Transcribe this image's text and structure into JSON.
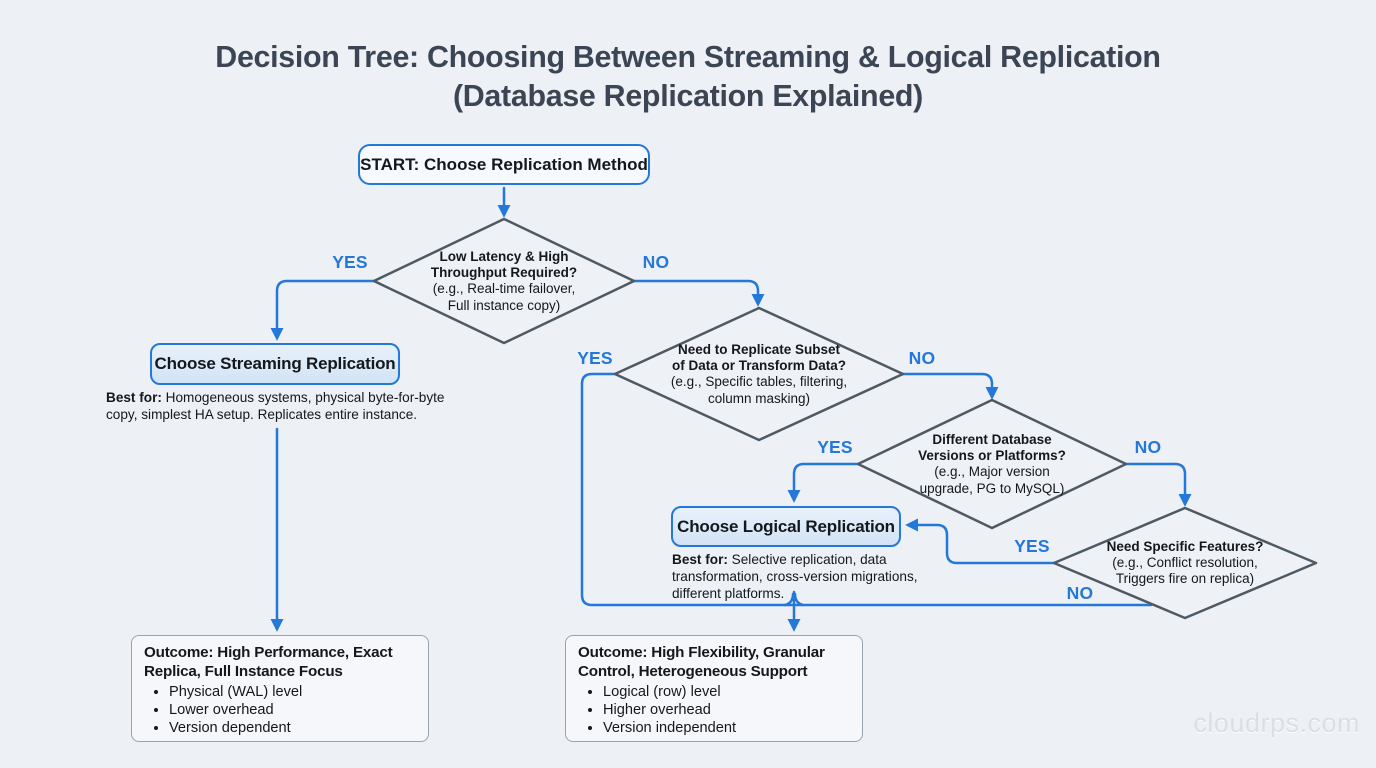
{
  "title": {
    "line1": "Decision Tree: Choosing Between Streaming & Logical Replication",
    "line2": "(Database Replication Explained)"
  },
  "labels": {
    "yes": "YES",
    "no": "NO"
  },
  "start": {
    "label": "START: Choose Replication Method"
  },
  "decisions": {
    "latency": {
      "question": [
        "Low Latency & High",
        "Throughput Required?"
      ],
      "example": [
        "(e.g., Real-time failover,",
        "Full instance copy)"
      ]
    },
    "subset": {
      "question": [
        "Need to Replicate Subset",
        "of Data or Transform Data?"
      ],
      "example": [
        "(e.g., Specific tables, filtering,",
        "column masking)"
      ]
    },
    "versions": {
      "question": [
        "Different Database",
        "Versions or Platforms?"
      ],
      "example": [
        "(e.g., Major version",
        "upgrade, PG to MySQL)"
      ]
    },
    "features": {
      "question": [
        "Need Specific Features?"
      ],
      "example": [
        "(e.g., Conflict resolution,",
        "Triggers fire on replica)"
      ]
    }
  },
  "streaming": {
    "title": "Choose Streaming Replication",
    "best_for_label": "Best for:",
    "best_for_text": " Homogeneous systems, physical byte-for-byte copy, simplest HA setup. Replicates entire instance."
  },
  "logical": {
    "title": "Choose Logical Replication",
    "best_for_label": "Best for:",
    "best_for_text": " Selective replication, data transformation, cross-version migrations, different platforms."
  },
  "outcomes": {
    "streaming": {
      "title": "Outcome: High Performance, Exact Replica, Full Instance Focus",
      "bullets": [
        "Physical (WAL) level",
        "Lower overhead",
        "Version dependent"
      ]
    },
    "logical": {
      "title": "Outcome: High Flexibility, Granular Control, Heterogeneous Support",
      "bullets": [
        "Logical (row) level",
        "Higher overhead",
        "Version independent"
      ]
    }
  },
  "watermark": "cloudrps.com",
  "colors": {
    "background": "#edf1f6",
    "accent_blue": "#2478d9",
    "diamond_stroke": "#4e5964",
    "choose_fill": "#d9e8f8",
    "outcome_border": "#99a3ae",
    "title_color": "#3b4553",
    "watermark_color": "#dbdee3"
  }
}
